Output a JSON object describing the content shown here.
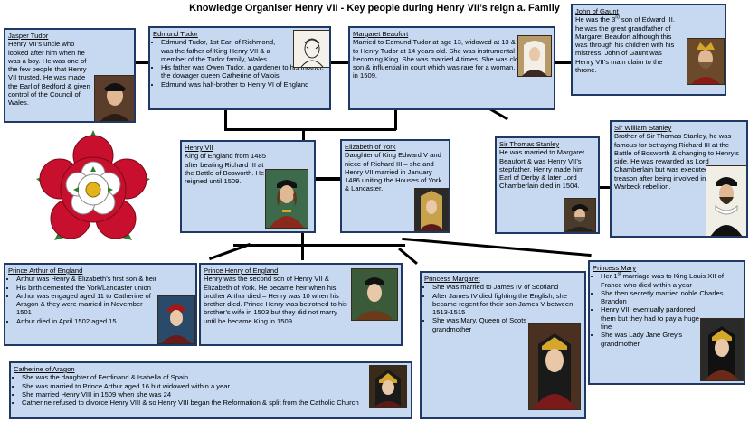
{
  "title": "Knowledge Organiser Henry VII  - Key people during Henry VII’s reign a. Family",
  "jasper": {
    "name": "Jasper Tudor",
    "text": "Henry VII’s uncle who looked after him when he was a boy. He was one of the few people that Henry VII trusted. He was made the Earl of Bedford & given control of the Council of Wales."
  },
  "edmund": {
    "name": "Edmund Tudor",
    "bullets": [
      "Edmund Tudor, 1st Earl of Richmond, was the father of King Henry VII & a member of the Tudor family, Wales",
      "His father was Owen Tudor, a gardener to his mother, the dowager queen Catherine of Valois",
      "Edmund was half-brother to Henry VI of England"
    ]
  },
  "margaret_beaufort": {
    "name": "Margaret Beaufort",
    "text": "Married to Edmund Tudor at age 13, widowed at 13 & gave birth to Henry Tudor at 14 years old. She was instrumental in Henry becoming King.  She was married 4 times. She was close to her son & influential in court which was rare for a  woman. She died in 1509."
  },
  "gaunt": {
    "name": "John of Gaunt",
    "text_a": "He was the 3",
    "text_sup": "rd",
    "text_b": " son of Edward III. he was the great grandfather of Margaret Beaufort although this was through his children with his mistress. John of Gaunt was Henry VII’s main claim to the throne."
  },
  "henry7": {
    "name": "Henry VII",
    "text": "King of England from 1485 after beating Richard III at the Battle of Bosworth. He reigned until 1509."
  },
  "elizabeth": {
    "name": "Elizabeth of York",
    "text": "Daughter of King Edward V and niece of Richard III – she and Henry VII married in January 1486 uniting the Houses of York & Lancaster."
  },
  "thomas": {
    "name": "Sir Thomas Stanley",
    "text": "He was married to Margaret Beaufort & was Henry VII’s stepfather. Henry made him Earl of Derby &  later Lord Chamberlain died in 1504."
  },
  "william": {
    "name": "Sir William Stanley",
    "text": "Brother of Sir Thomas Stanley, he was famous for betraying Richard III at the Battle of Bosworth & changing to Henry’s side. He was rewarded as Lord Chamberlain but was executed in 1495 for treason after being involved in the Warbeck rebellion."
  },
  "arthur": {
    "name": "Prince Arthur of England",
    "bullets": [
      "Arthur was Henry & Elizabeth’s first son & heir",
      "His birth cemented the York/Lancaster union",
      "Arthur was engaged aged 11 to Catherine of Aragon & they were married in November 1501",
      "Arthur died in April 1502 aged 15"
    ]
  },
  "prince_henry": {
    "name": "Prince Henry of England",
    "text": "Henry was the second son of Henry VII & Elizabeth of York. He became heir when his brother Arthur died – Henry was 10 when his brother died. Prince Henry was betrothed to his brother’s wife in 1503 but they did not marry until he became King in 1509"
  },
  "princess_margaret": {
    "name": "Princess Margaret",
    "bullets": [
      "She was married to James IV of Scotland",
      " After James IV died fighting the English, she became regent for their son James V between 1513-1515",
      "She was Mary, Queen of Scots grandmother"
    ]
  },
  "mary": {
    "name": "Princess Mary",
    "b1_a": "Her 1",
    "b1_sup": "st",
    "b1_b": " marriage was to King Louis XII of France who died within a year",
    "bullets": [
      "She then secretly married noble Charles Brandon",
      "Henry VIII eventually pardoned them but they had to pay a huge fine",
      "She was Lady Jane Grey’s grandmother"
    ]
  },
  "catherine": {
    "name": "Catherine of Aragon",
    "bullets": [
      "She was the daughter of Ferdinand & Isabella of Spain",
      "She was married to Prince Arthur aged 16 but widowed within a year",
      "She married Henry VIII in 1509 when she was 24",
      "Catherine refused to divorce Henry VIII & so Henry VIII began the Reformation & split from the Catholic Church"
    ]
  },
  "colors": {
    "box_fill": "#c6d9f1",
    "box_border": "#1f3864",
    "rose_red": "#c8102e",
    "rose_white": "#ffffff",
    "leaf_green": "#2e7d32"
  },
  "icons": [
    "tudor-rose-icon",
    "portrait-image"
  ]
}
